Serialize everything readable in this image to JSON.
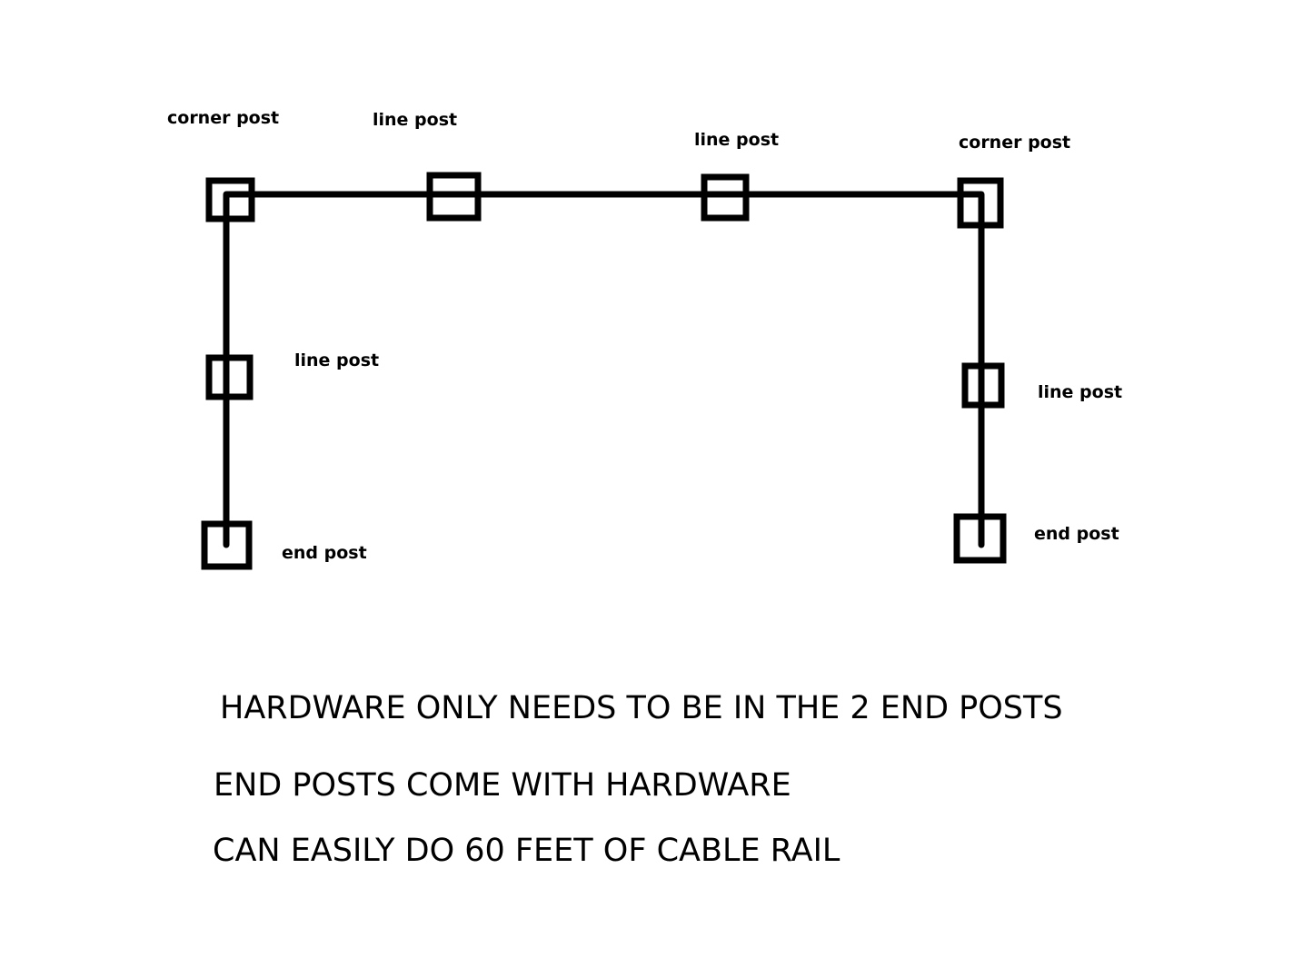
{
  "labels": {
    "corner_post_left": "corner post",
    "line_post_top_1": "line post",
    "line_post_top_2": "line post",
    "corner_post_right": "corner post",
    "line_post_left": "line post",
    "line_post_right": "line post",
    "end_post_left": "end post",
    "end_post_right": "end post"
  },
  "notes": {
    "line1": "HARDWARE ONLY NEEDS TO BE IN THE 2 END POSTS",
    "line2": "END POSTS COME WITH HARDWARE",
    "line3": "CAN EASILY DO 60 FEET OF CABLE RAIL"
  },
  "colors": {
    "ink": "#000000",
    "background": "#ffffff"
  }
}
